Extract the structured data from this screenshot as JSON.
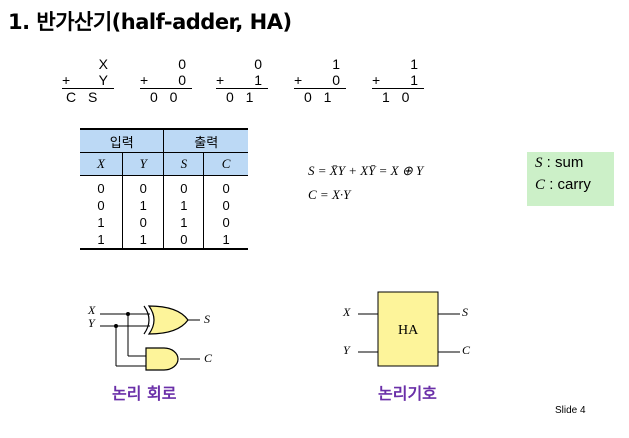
{
  "title": "1. 반가산기(half-adder, HA)",
  "additions": [
    {
      "a": "X",
      "b": "Y",
      "sign": "+",
      "result": "C S"
    },
    {
      "a": "0",
      "b": "0",
      "sign": "+",
      "result": "0 0"
    },
    {
      "a": "0",
      "b": "1",
      "sign": "+",
      "result": "0 1"
    },
    {
      "a": "1",
      "b": "0",
      "sign": "+",
      "result": "0 1"
    },
    {
      "a": "1",
      "b": "1",
      "sign": "+",
      "result": "1 0"
    }
  ],
  "truth_table": {
    "group_headers": [
      "입력",
      "출력"
    ],
    "columns": [
      "X",
      "Y",
      "S",
      "C"
    ],
    "rows": [
      [
        "0",
        "0",
        "0",
        "0"
      ],
      [
        "0",
        "1",
        "1",
        "0"
      ],
      [
        "1",
        "0",
        "1",
        "0"
      ],
      [
        "1",
        "1",
        "0",
        "1"
      ]
    ],
    "header_color": "#bcd9f5"
  },
  "formulas": {
    "sum": "S = X̄Y + XȲ = X ⊕ Y",
    "carry": "C = X·Y"
  },
  "legend": {
    "s_symbol": "S",
    "s_text": ": sum",
    "c_symbol": "C",
    "c_text": ": carry",
    "background": "#ccf0c8"
  },
  "circuit": {
    "in_x": "X",
    "in_y": "Y",
    "out_s": "S",
    "out_c": "C",
    "caption": "논리 회로"
  },
  "symbol": {
    "in_x": "X",
    "in_y": "Y",
    "out_s": "S",
    "out_c": "C",
    "box_label": "HA",
    "box_color": "#fdf49a",
    "caption": "논리기호"
  },
  "caption_color": "#6a2fa8",
  "slide_number": "Slide 4"
}
